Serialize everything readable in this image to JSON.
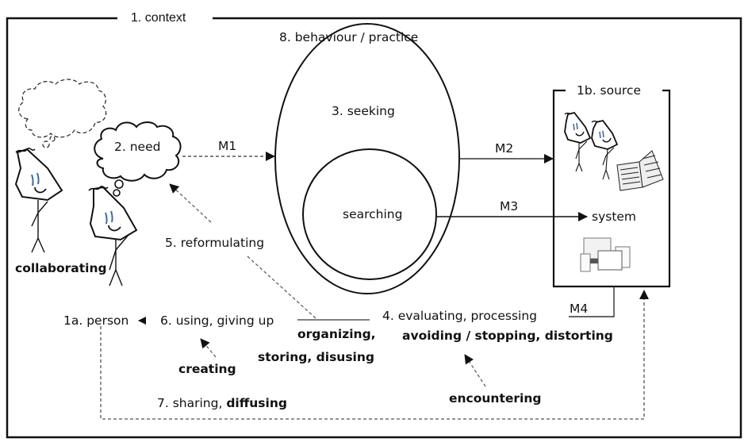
{
  "diagram": {
    "context_label": "1. context",
    "behaviour_label": "8. behaviour / practice",
    "seeking_label": "3. seeking",
    "searching_label": "searching",
    "need_label": "2. need",
    "source_label": "1b. source",
    "system_label": "system",
    "person_label": "1a. person",
    "collaborating_label": "collaborating",
    "reformulating_label": "5. reformulating",
    "using_label": "6. using, giving up",
    "organizing_label_1": "organizing,",
    "organizing_label_2": "storing, disusing",
    "evaluating_label": "4. evaluating, processing",
    "avoiding_label": "avoiding / stopping, distorting",
    "creating_label": "creating",
    "encountering_label": "encountering",
    "sharing_label_prefix": "7. sharing, ",
    "sharing_label_bold": "diffusing",
    "arrows": {
      "m1": "M1",
      "m2": "M2",
      "m3": "M3",
      "m4": "M4"
    },
    "colors": {
      "stroke": "#111111",
      "eye": "#3a6fa8",
      "background": "#ffffff"
    }
  }
}
